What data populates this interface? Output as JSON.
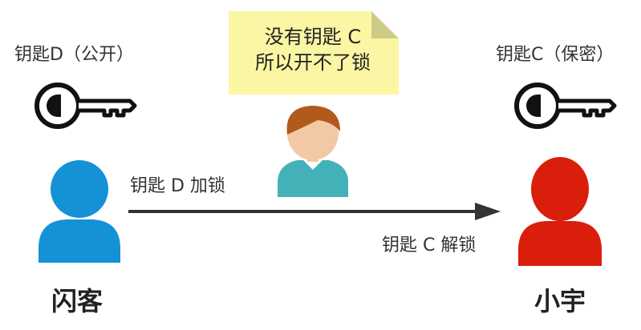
{
  "key_left": {
    "label": "钥匙D（公开）"
  },
  "key_right": {
    "label": "钥匙C（保密）"
  },
  "note": {
    "line1": "没有钥匙 C",
    "line2": "所以开不了锁"
  },
  "arrow": {
    "encrypt_label": "钥匙 D 加锁",
    "decrypt_label": "钥匙 C 解锁"
  },
  "people": {
    "sender": "闪客",
    "receiver": "小宇"
  },
  "colors": {
    "sender": "#1591d6",
    "receiver": "#d91e0b",
    "eavesdropper_shirt": "#44b1b8",
    "eavesdropper_hair": "#b05a1c",
    "eavesdropper_skin": "#f2c9a5",
    "note_bg": "#fbf6a4",
    "arrow": "#333333"
  },
  "icons": {
    "key": "key-icon",
    "person": "person-icon"
  }
}
